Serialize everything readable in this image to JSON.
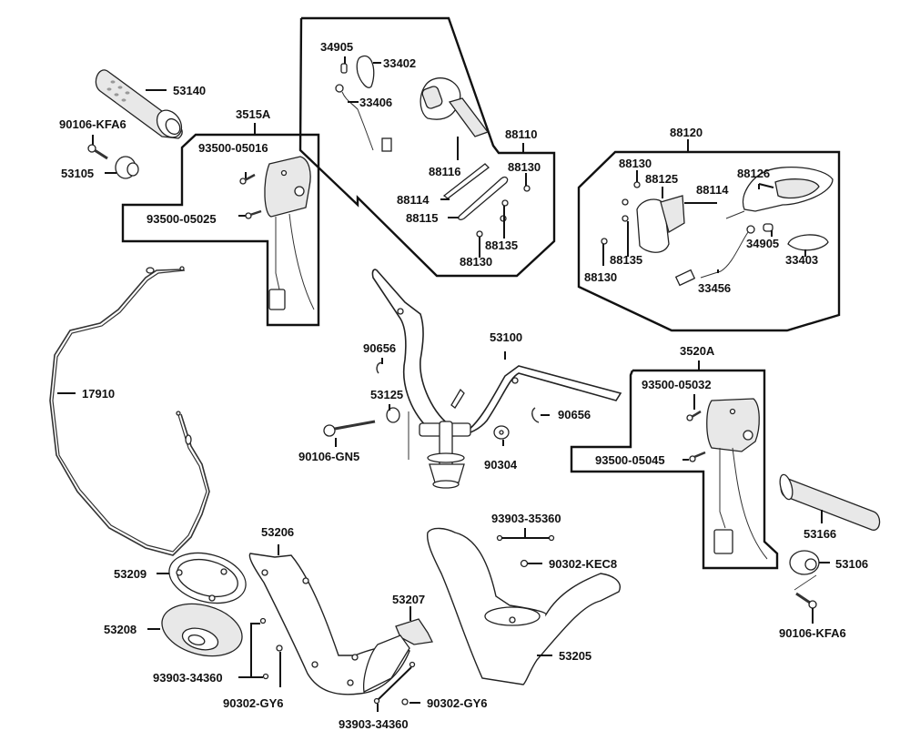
{
  "diagram": {
    "type": "exploded-parts-diagram",
    "subject": "Handlebar, switches, cables, mirrors and handlebar covers",
    "labels": {
      "grip_left": "53140",
      "bolt_left_end": "90106-KFA6",
      "weight_left": "53105",
      "switch_left_assy": "3515A",
      "screw_left_top": "93500-05016",
      "screw_left_bottom": "93500-05025",
      "mirror_top_bulb": "34905",
      "mirror_top_lens": "33402",
      "mirror_top_socket": "33406",
      "mirror_top_assy": "88110",
      "mirror_top_88116": "88116",
      "mirror_top_88130a": "88130",
      "mirror_top_88114": "88114",
      "mirror_top_88115": "88115",
      "mirror_top_88135": "88135",
      "mirror_top_88130b": "88130",
      "mirror_right_assy": "88120",
      "mirror_right_88130a": "88130",
      "mirror_right_88125": "88125",
      "mirror_right_88114": "88114",
      "mirror_right_88126": "88126",
      "mirror_right_88135": "88135",
      "mirror_right_88130b": "88130",
      "mirror_right_bulb": "34905",
      "mirror_right_lens": "33403",
      "mirror_right_socket": "33456",
      "cable": "17910",
      "handlebar": "53100",
      "clip_left": "90656",
      "collar": "53125",
      "bolt_center": "90106-GN5",
      "clip_right": "90656",
      "nut_center": "90304",
      "switch_right_assy": "3520A",
      "screw_right_top": "93500-05032",
      "screw_right_bottom": "93500-05045",
      "grip_right": "53166",
      "weight_right": "53106",
      "bolt_right_end": "90106-KFA6",
      "cover_rear": "53206",
      "cover_ring": "53209",
      "cover_lens": "53208",
      "cover_side": "53207",
      "screw_rear_left": "93903-34360",
      "screw_rear_gy6": "90302-GY6",
      "screw_rear_bottom": "93903-34360",
      "screw_bottom_gy6": "90302-GY6",
      "screw_front_top": "93903-35360",
      "screw_front_kec8": "90302-KEC8",
      "cover_front": "53205"
    }
  }
}
